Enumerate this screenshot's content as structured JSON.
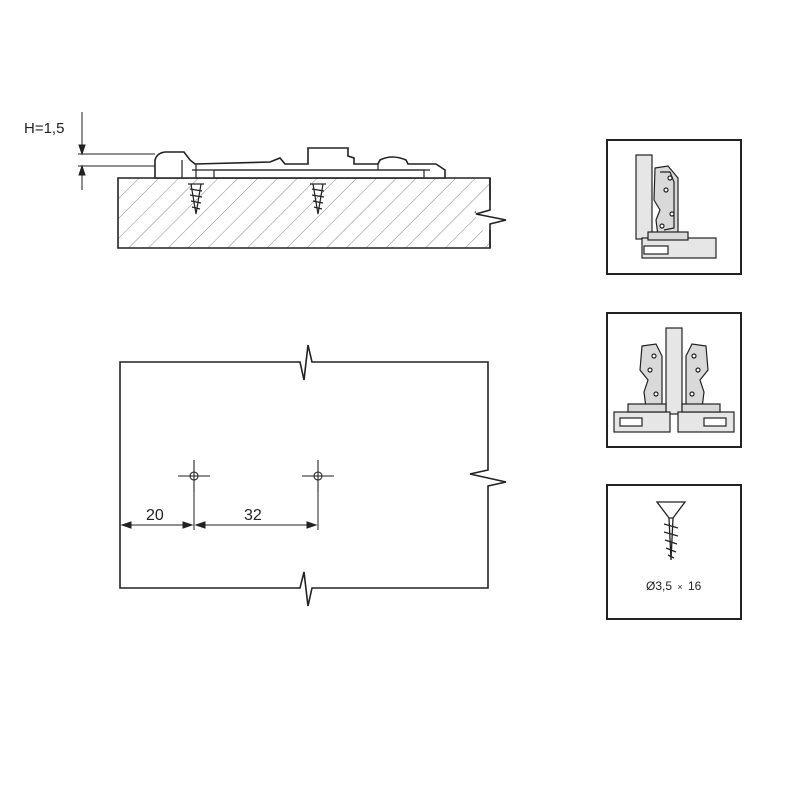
{
  "side_view": {
    "height_label": "H=1,5"
  },
  "hole_layout": {
    "dim_edge_to_first_hole": "20",
    "dim_between_holes": "32"
  },
  "icons": {
    "panel_1": "inset-hinge-icon",
    "panel_2": "double-hinge-icon",
    "panel_3": "screw-icon"
  },
  "screw_panel": {
    "size_main": "Ø3,5",
    "size_sep": "×",
    "size_len": "16"
  },
  "colors": {
    "line": "#222222",
    "hatch": "#777777",
    "hinge_fill": "#d9d9d9"
  }
}
